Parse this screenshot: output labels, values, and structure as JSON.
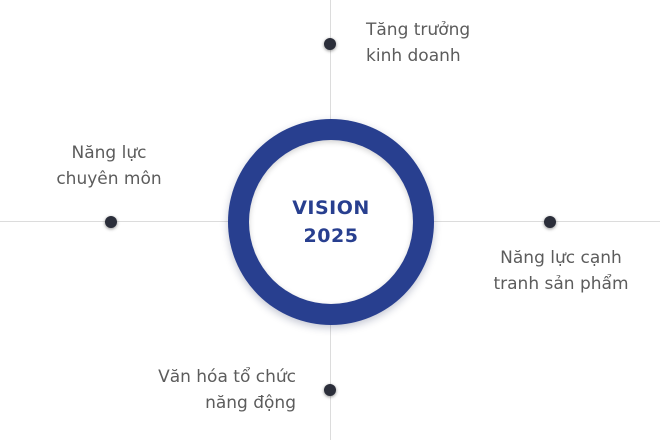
{
  "center": {
    "line1": "VISION",
    "line2": "2025"
  },
  "nodes": {
    "top": {
      "line1": "Tăng trưởng",
      "line2": "kinh doanh"
    },
    "left": {
      "line1": "Năng lực",
      "line2": "chuyên môn"
    },
    "right": {
      "line1": "Năng lực cạnh",
      "line2": "tranh sản phẩm"
    },
    "bottom": {
      "line1": "Văn hóa tổ chức",
      "line2": "năng động"
    }
  },
  "colors": {
    "ring": "#283f8f",
    "dot": "#2b2e3a",
    "label_text": "#5c5c5c",
    "axis": "#dcdcdc"
  }
}
